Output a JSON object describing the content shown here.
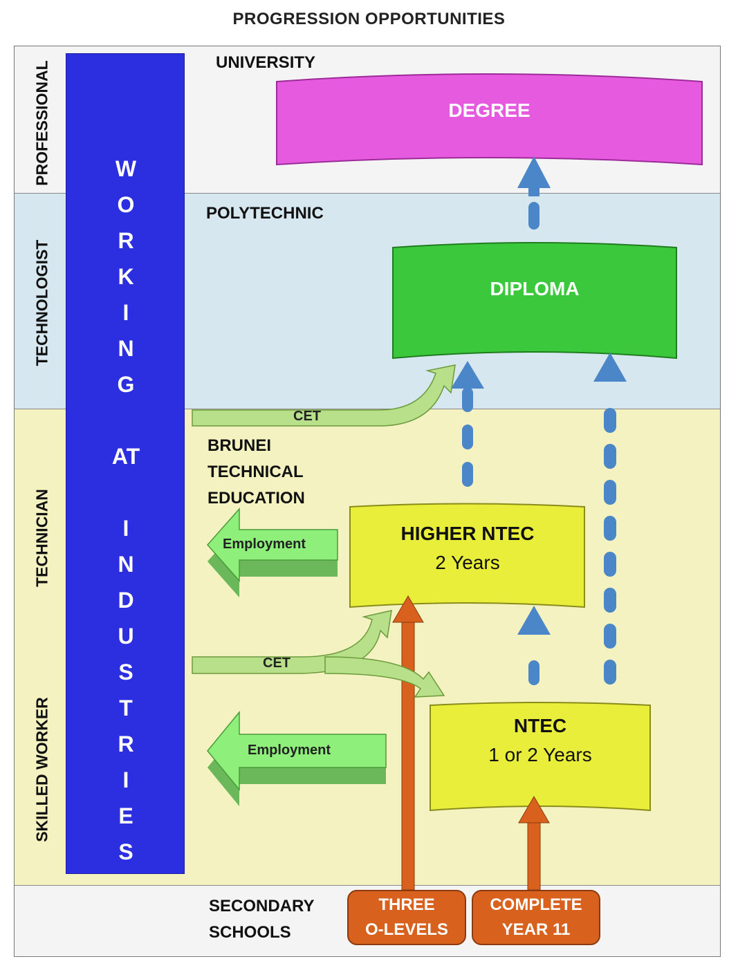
{
  "title": "PROGRESSION OPPORTUNITIES",
  "levels": {
    "professional": "PROFESSIONAL",
    "technologist": "TECHNOLOGIST",
    "technician": "TECHNICIAN",
    "skilled_worker": "SKILLED WORKER"
  },
  "working_bar": {
    "letters": [
      "W",
      "O",
      "R",
      "K",
      "I",
      "N",
      "G",
      "AT",
      "I",
      "N",
      "D",
      "U",
      "S",
      "T",
      "R",
      "I",
      "E",
      "S"
    ]
  },
  "institutions": {
    "university": "UNIVERSITY",
    "polytechnic": "POLYTECHNIC",
    "bte_line1": "BRUNEI",
    "bte_line2": "TECHNICAL",
    "bte_line3": "EDUCATION",
    "secondary_line1": "SECONDARY",
    "secondary_line2": "SCHOOLS"
  },
  "boxes": {
    "degree": "DEGREE",
    "diploma": "DIPLOMA",
    "higher_ntec_title": "HIGHER NTEC",
    "higher_ntec_duration": "2 Years",
    "ntec_title": "NTEC",
    "ntec_duration": "1 or 2 Years"
  },
  "arrows": {
    "employment_upper": "Employment",
    "employment_lower": "Employment",
    "cet_upper": "CET",
    "cet_lower": "CET"
  },
  "entry": {
    "three_olevels_line1": "THREE",
    "three_olevels_line2": "O-LEVELS",
    "year11_line1": "COMPLETE",
    "year11_line2": "YEAR 11"
  },
  "colors": {
    "working_bar": "#2b2fe0",
    "degree": "#e65ae0",
    "diploma": "#3cc83c",
    "ntec": "#e8ee3a",
    "entry": "#d8611e",
    "progression_arrow": "#4a86c8",
    "cet_arrow": "#b8e08a",
    "employment_arrow": "#8ef07a"
  }
}
